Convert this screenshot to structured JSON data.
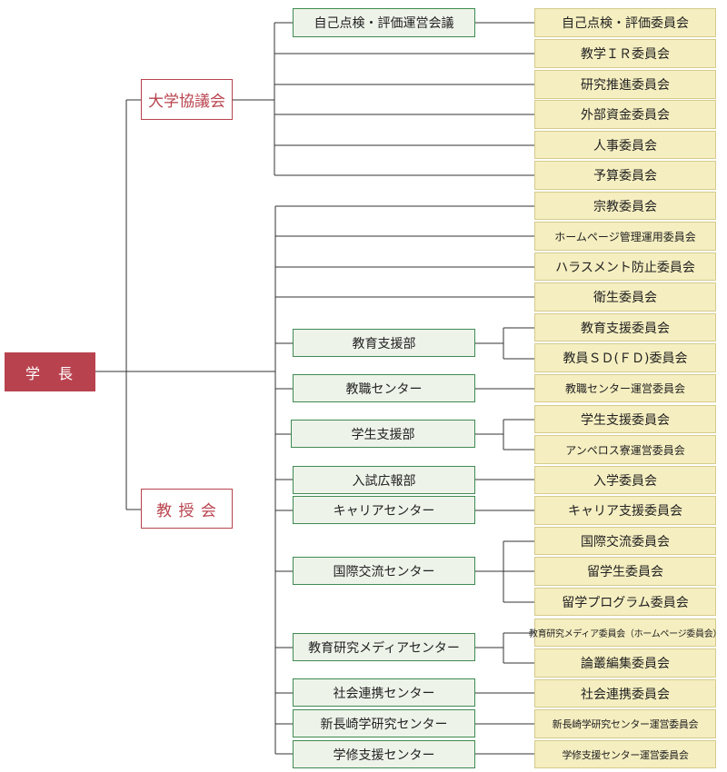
{
  "president": {
    "label": "学　長"
  },
  "councils": [
    {
      "label": "大学協議会"
    },
    {
      "label": "教 授 会"
    }
  ],
  "departments": [
    {
      "label": "自己点検・評価運営会議"
    },
    {
      "label": "教育支援部"
    },
    {
      "label": "教職センター"
    },
    {
      "label": "学生支援部"
    },
    {
      "label": "入試広報部"
    },
    {
      "label": "キャリアセンター"
    },
    {
      "label": "国際交流センター"
    },
    {
      "label": "教育研究メディアセンター"
    },
    {
      "label": "社会連携センター"
    },
    {
      "label": "新長崎学研究センター"
    },
    {
      "label": "学修支援センター"
    }
  ],
  "committees": [
    {
      "label": "自己点検・評価委員会"
    },
    {
      "label": "教学ＩＲ委員会"
    },
    {
      "label": "研究推進委員会"
    },
    {
      "label": "外部資金委員会"
    },
    {
      "label": "人事委員会"
    },
    {
      "label": "予算委員会"
    },
    {
      "label": "宗教委員会"
    },
    {
      "label": "ホームページ管理運用委員会"
    },
    {
      "label": "ハラスメント防止委員会"
    },
    {
      "label": "衛生委員会"
    },
    {
      "label": "教育支援委員会"
    },
    {
      "label": "教員ＳＤ(ＦＤ)委員会"
    },
    {
      "label": "教職センター運営委員会"
    },
    {
      "label": "学生支援委員会"
    },
    {
      "label": "アンペロス寮運営委員会"
    },
    {
      "label": "入学委員会"
    },
    {
      "label": "キャリア支援委員会"
    },
    {
      "label": "国際交流委員会"
    },
    {
      "label": "留学生委員会"
    },
    {
      "label": "留学プログラム委員会"
    },
    {
      "label": "教育研究メディア委員会（ホームページ委員会）"
    },
    {
      "label": "論叢編集委員会"
    },
    {
      "label": "社会連携委員会"
    },
    {
      "label": "新長崎学研究センター運営委員会"
    },
    {
      "label": "学修支援センター運営委員会"
    }
  ],
  "colors": {
    "president_fill": "#b8434e",
    "council_border": "#b8434e",
    "department_border": "#3f8a52",
    "department_fill": "#eef3ea",
    "committee_fill": "#f5eec0",
    "line": "#333333"
  }
}
